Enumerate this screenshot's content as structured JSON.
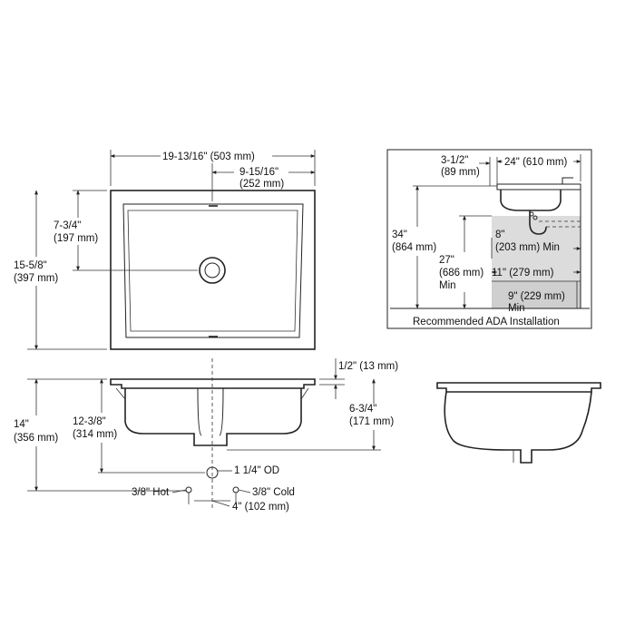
{
  "top_view": {
    "overall_width": "19-13/16\" (503 mm)",
    "drain_offset_x": "9-15/16\"",
    "drain_offset_x_mm": "(252 mm)",
    "drain_offset_y": "7-3/4\"",
    "drain_offset_y_mm": "(197 mm)",
    "overall_depth": "15-5/8\"",
    "overall_depth_mm": "(397 mm)"
  },
  "front_view": {
    "rim_thickness": "1/2\" (13 mm)",
    "overall_height": "14\"",
    "overall_height_mm": "(356 mm)",
    "bowl_depth": "12-3/8\"",
    "bowl_depth_mm": "(314 mm)",
    "drain_depth": "6-3/4\"",
    "drain_depth_mm": "(171 mm)",
    "drain_od": "1 1/4\" OD",
    "hot_supply": "3/8\" Hot",
    "cold_supply": "3/8\" Cold",
    "supply_spacing": "4\" (102 mm)"
  },
  "ada_installation": {
    "caption": "Recommended ADA Installation",
    "setback": "3-1/2\"",
    "setback_mm": "(89 mm)",
    "counter_depth": "24\" (610 mm)",
    "counter_height": "34\"",
    "counter_height_mm": "(864 mm)",
    "knee_height": "27\"",
    "knee_height_mm": "(686 mm)",
    "knee_min": "Min",
    "knee_depth_8": "8\"",
    "knee_depth_8_mm": "(203 mm) Min",
    "knee_depth_11": "11\" (279 mm)",
    "toe_height": "9\" (229 mm)",
    "toe_min": "Min"
  }
}
